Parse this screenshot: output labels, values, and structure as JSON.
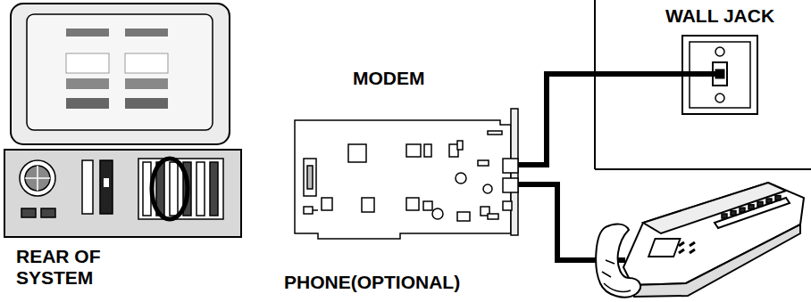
{
  "diagram": {
    "labels": [
      "WALL JACK",
      "MODEM",
      "REAR OF SYSTEM",
      "PHONE(OPTIONAL)"
    ]
  }
}
